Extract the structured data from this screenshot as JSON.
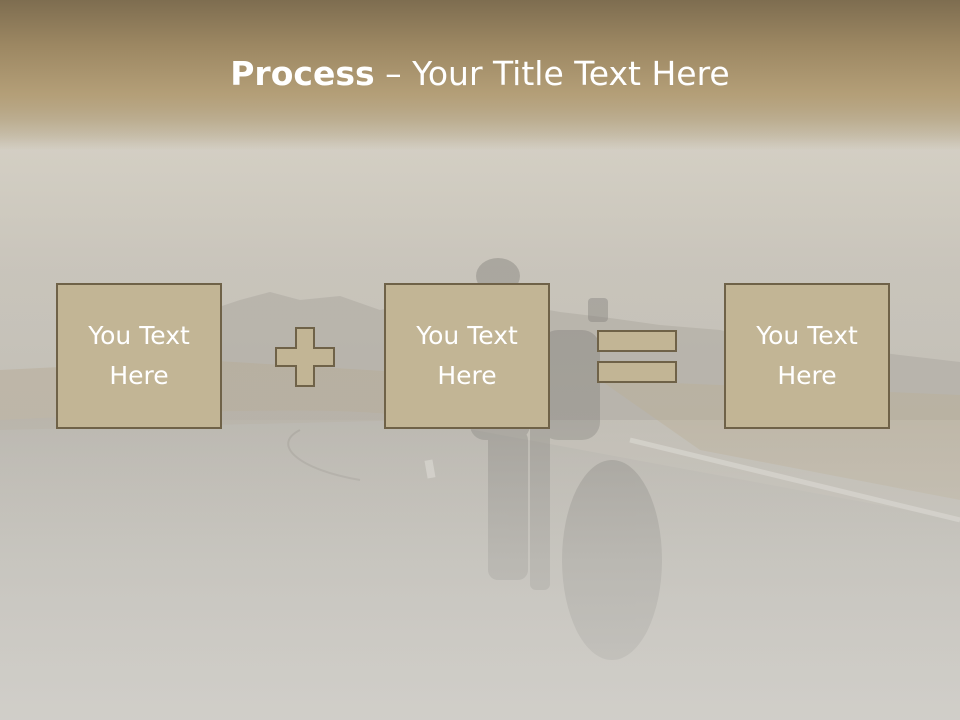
{
  "title": {
    "bold": "Process",
    "separator": " – ",
    "rest": "Your Title Text Here"
  },
  "process": {
    "box1": "You Text Here",
    "operator1": "plus-icon",
    "box2": "You Text Here",
    "operator2": "equals-icon",
    "box3": "You Text Here"
  },
  "colors": {
    "box_fill": "#c2b595",
    "box_border": "#6f6248",
    "title_band": "#9c8762"
  }
}
